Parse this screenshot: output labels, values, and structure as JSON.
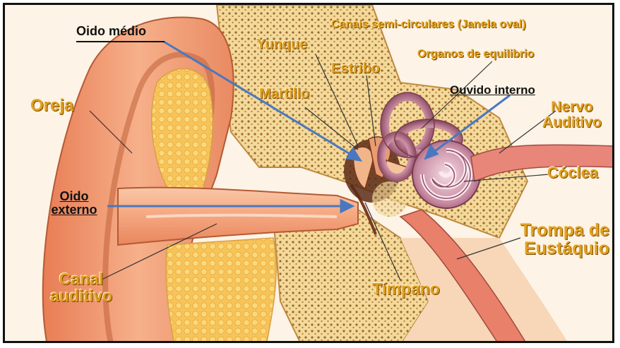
{
  "labels": {
    "oido_medio": "Oido médio",
    "canais": "Canais semi-circulares (Janela oval)",
    "yunque": "Yunque",
    "organos": "Organos de equilibrio",
    "estribo": "Estribo",
    "martillo": "Martillo",
    "ouvido_interno": "Ouvido interno",
    "oreja": "Oreja",
    "nervo_line1": "Nervo",
    "nervo_line2": "Auditivo",
    "coclea": "Cóclea",
    "oido_externo_line1": "Oido",
    "oido_externo_line2": "externo",
    "trompa_line1": "Trompa de",
    "trompa_line2": "Eustáquio",
    "canal_line1": "Canal",
    "canal_line2": "auditivo",
    "timpano": "Tímpano"
  },
  "colors": {
    "label_gold": "#e0a020",
    "arrow_blue": "#4a78c0",
    "skin": "#f2a07a",
    "bone": "#f5dfa0",
    "fat": "#f7c45a",
    "cochlea": "#c88aa0"
  }
}
